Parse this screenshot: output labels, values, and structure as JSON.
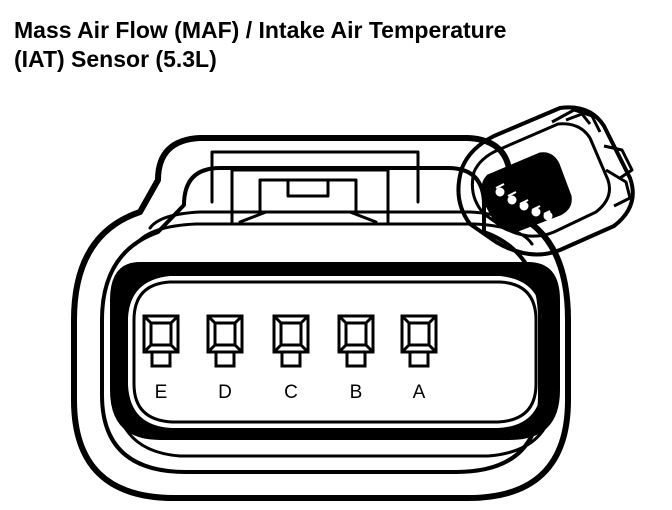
{
  "title": {
    "line1": "Mass Air Flow (MAF) / Intake Air Temperature",
    "line2": "(IAT) Sensor (5.3L)"
  },
  "pins": [
    {
      "label": "E"
    },
    {
      "label": "D"
    },
    {
      "label": "C"
    },
    {
      "label": "B"
    },
    {
      "label": "A"
    }
  ]
}
